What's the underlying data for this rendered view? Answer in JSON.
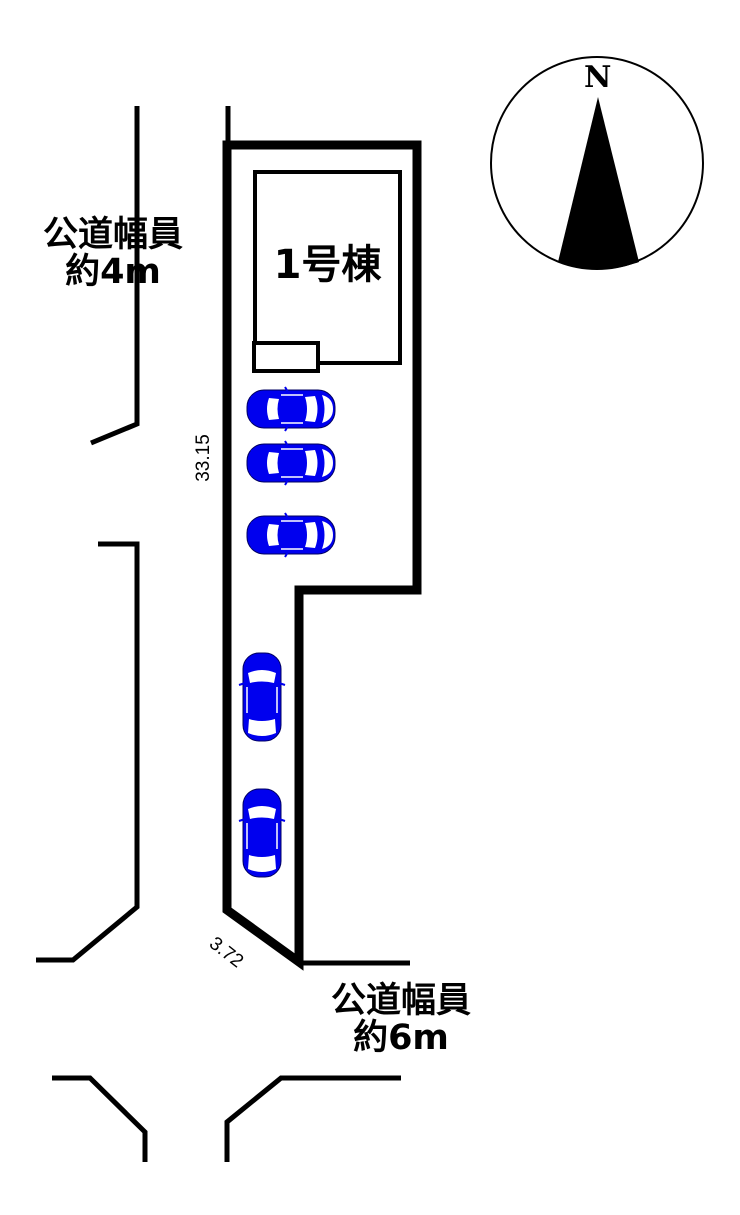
{
  "roads": {
    "west": {
      "line1": "公道幅員",
      "line2": "約4m"
    },
    "south": {
      "line1": "公道幅員",
      "line2": "約6m"
    }
  },
  "building": {
    "label": "1号棟"
  },
  "dimensions": {
    "west_boundary": "33.15",
    "frontage": "3.72"
  },
  "compass": {
    "label": "N"
  },
  "parking": {
    "car_count": 5,
    "car_color": "#0000ee",
    "orientations": [
      "horizontal",
      "horizontal",
      "horizontal",
      "vertical",
      "vertical"
    ]
  },
  "colors": {
    "lines": "#000000",
    "background": "#ffffff",
    "car": "#0000ee"
  }
}
